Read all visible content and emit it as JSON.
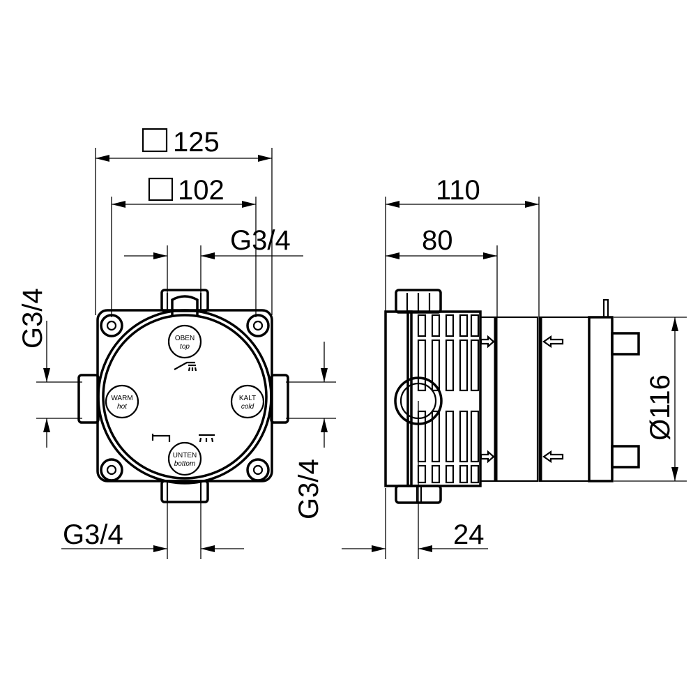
{
  "front_view": {
    "dim_square_outer": "125",
    "dim_square_inner": "102",
    "dim_thread_top": "G3/4",
    "dim_thread_left": "G3/4",
    "dim_thread_right": "G3/4",
    "dim_thread_bottom": "G3/4",
    "port_top": {
      "line1": "OBEN",
      "line2": "top"
    },
    "port_left": {
      "line1": "WARM",
      "line2": "hot"
    },
    "port_right": {
      "line1": "KALT",
      "line2": "cold"
    },
    "port_bottom": {
      "line1": "UNTEN",
      "line2": "bottom"
    }
  },
  "side_view": {
    "dim_depth_total": "110",
    "dim_depth_body": "80",
    "dim_offset": "24",
    "dim_diameter": "Ø116"
  }
}
